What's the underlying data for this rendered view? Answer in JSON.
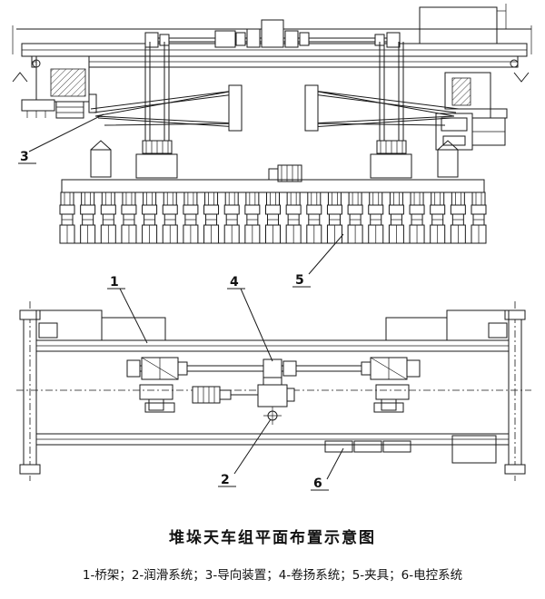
{
  "title": "堆垛天车组平面布置示意图",
  "legend": "1-桥架；2-润滑系统；3-导向装置；4-卷扬系统；5-夹具；6-电控系统",
  "callouts": {
    "c1": "1",
    "c2": "2",
    "c3": "3",
    "c4": "4",
    "c5": "5",
    "c6": "6"
  },
  "clamp_count": 21
}
